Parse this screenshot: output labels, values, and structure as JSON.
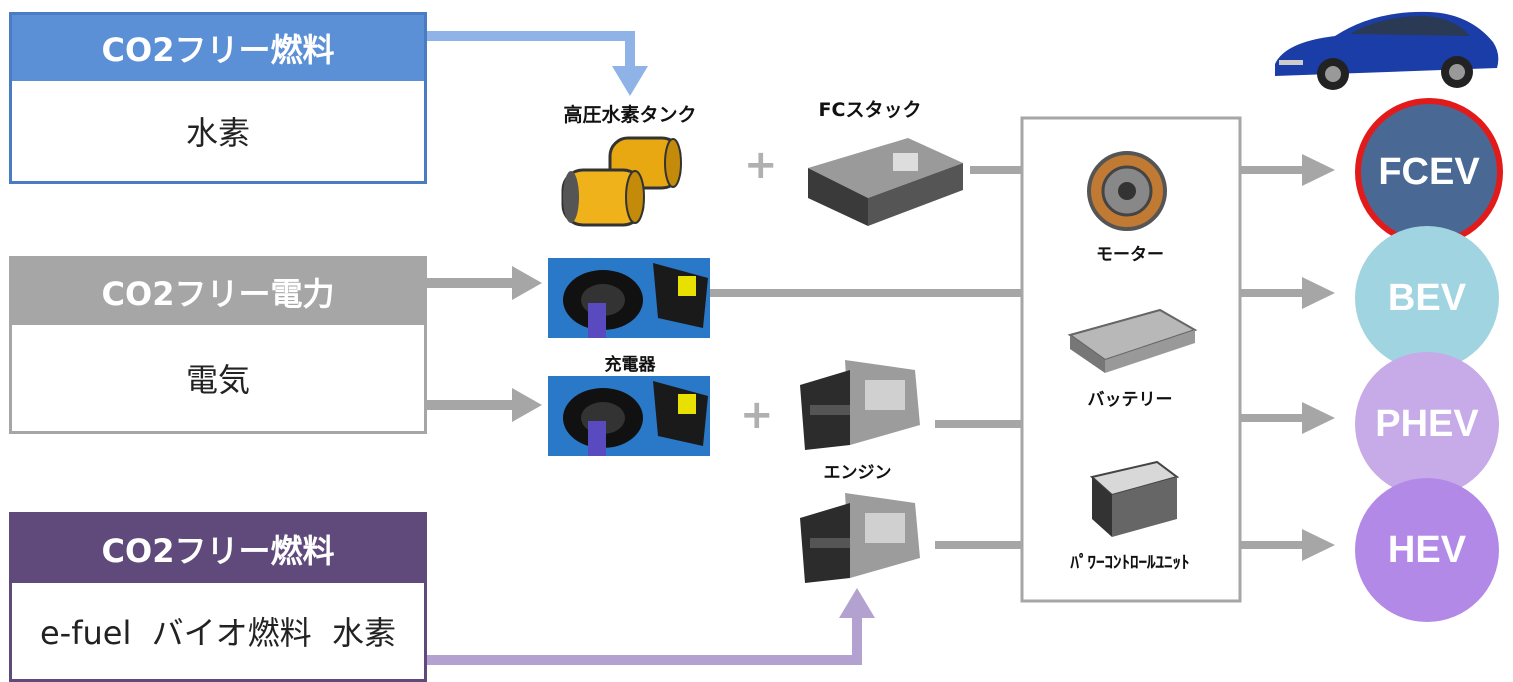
{
  "sources": [
    {
      "header": "CO2フリー燃料",
      "body": "水素",
      "color": "#5b8fd6",
      "border": "#4a7cc4"
    },
    {
      "header": "CO2フリー電力",
      "body": "電気",
      "color": "#a6a6a6",
      "border": "#a6a6a6"
    },
    {
      "header": "CO2フリー燃料",
      "body": "e-fuel  バイオ燃料  水素",
      "color": "#604a7b",
      "border": "#604a7b"
    }
  ],
  "components": {
    "tank": "高圧水素タンク",
    "fc_stack": "FCスタック",
    "charger": "充電器",
    "engine": "エンジン",
    "plus": "+"
  },
  "center_parts": {
    "motor": "モーター",
    "battery": "バッテリー",
    "pcu": "ﾊﾟﾜｰｺﾝﾄﾛｰﾙﾕﾆｯﾄ"
  },
  "vehicles": [
    {
      "label": "FCEV",
      "color": "#4a6894",
      "highlight": true
    },
    {
      "label": "BEV",
      "color": "#9fd4e0",
      "highlight": false
    },
    {
      "label": "PHEV",
      "color": "#c7aae8",
      "highlight": false
    },
    {
      "label": "HEV",
      "color": "#b389e8",
      "highlight": false
    }
  ]
}
